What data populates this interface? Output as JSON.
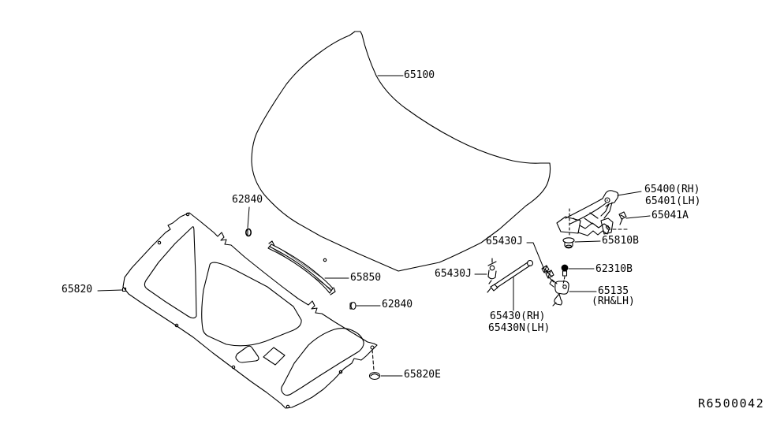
{
  "diagram": {
    "type": "parts-diagram",
    "subject": "hood panel, hinge and fitting",
    "ref_code": "R6500042",
    "colors": {
      "line": "#000000",
      "background": "#ffffff"
    }
  },
  "labels": {
    "hood_panel": "65100",
    "clip_top": "62840",
    "seal_rubber": "65850",
    "clip_mid": "62840",
    "insulator": "65820",
    "insulator_grommet": "65820E",
    "stay_clip_top": "65430J",
    "stay_clip_left": "65430J",
    "stay_rh": "65430(RH)",
    "stay_lh": "65430N(LH)",
    "hinge_rh": "65400(RH)",
    "hinge_lh": "65401(LH)",
    "hinge_bolt": "65041A",
    "bumper_rubber": "65810B",
    "lock_bolt": "62310B",
    "lock_bracket": "65135",
    "lock_bracket_side": "(RH&LH)"
  }
}
